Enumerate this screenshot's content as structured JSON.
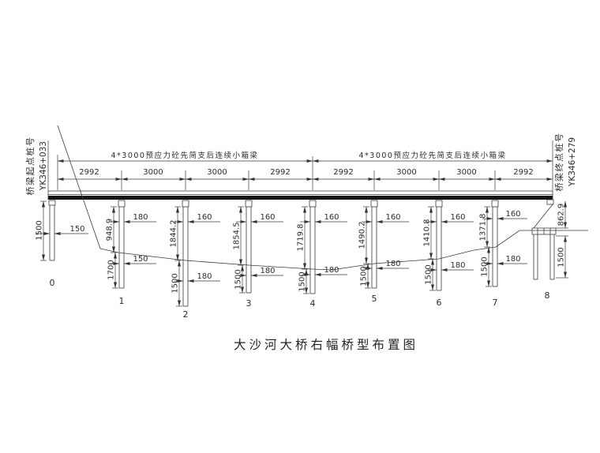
{
  "title": "大沙河大桥右幅桥型布置图",
  "start": {
    "label": "桥梁起点桩号",
    "station": "YK346+033"
  },
  "end": {
    "label": "桥梁终点桩号",
    "station": "YK346+279"
  },
  "girder_label": "4*3000预应力砼先简支后连续小箱梁",
  "spans": [
    "2992",
    "3000",
    "3000",
    "2992",
    "2992",
    "3000",
    "3000",
    "2992"
  ],
  "piers": [
    {
      "label": "0",
      "height": "1500",
      "width": "150"
    },
    {
      "label": "1",
      "upper_height": "948.9",
      "upper_width": "180",
      "lower_height": "1700",
      "lower_width": "150"
    },
    {
      "label": "2",
      "upper_height": "1844.2",
      "upper_width": "160",
      "lower_height": "1500",
      "lower_width": "180"
    },
    {
      "label": "3",
      "upper_height": "1854.5",
      "upper_width": "160",
      "lower_height": "1500",
      "lower_width": "180"
    },
    {
      "label": "4",
      "upper_height": "1719.8",
      "upper_width": "160",
      "lower_height": "1500",
      "lower_width": "180"
    },
    {
      "label": "5",
      "upper_height": "1490.2",
      "upper_width": "160",
      "lower_height": "1500",
      "lower_width": "180"
    },
    {
      "label": "6",
      "upper_height": "1410.8",
      "upper_width": "160",
      "lower_height": "1500",
      "lower_width": "180"
    },
    {
      "label": "7",
      "upper_height": "1371.8",
      "upper_width": "160",
      "lower_height": "1500",
      "lower_width": "180"
    },
    {
      "label": "8",
      "upper_height": "862.9",
      "lower_height": "1500"
    }
  ]
}
